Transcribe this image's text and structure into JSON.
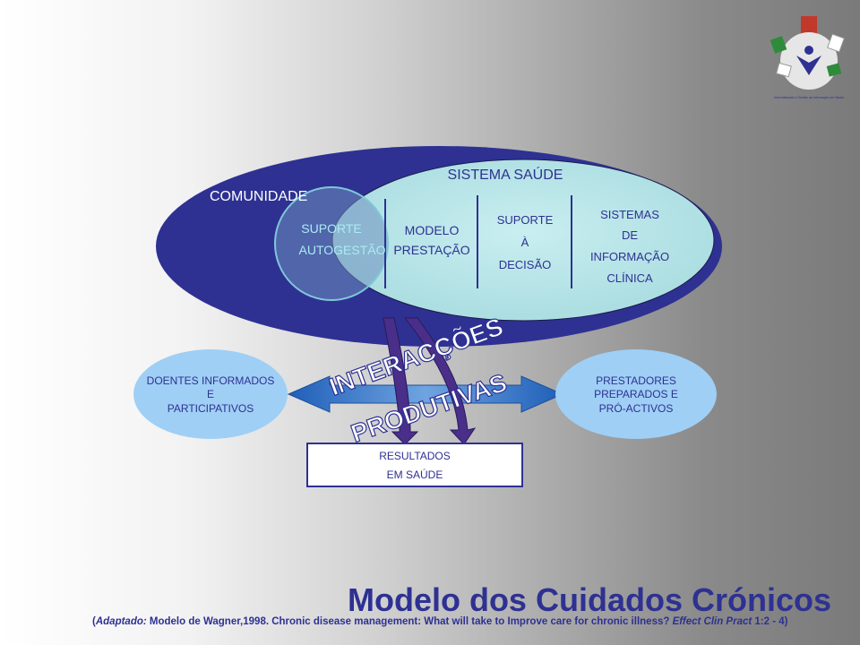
{
  "logo": {
    "caption": "Informatização e Gestão da Informação em Saúde"
  },
  "outer": {
    "community": "COMUNIDADE",
    "system_title": "SISTEMA SAÚDE"
  },
  "components": {
    "self_mgmt": [
      "SUPORTE",
      "AUTOGESTÃO"
    ],
    "delivery": [
      "MODELO",
      "PRESTAÇÃO"
    ],
    "decision": [
      "SUPORTE",
      "À",
      "DECISÃO"
    ],
    "info": [
      "SISTEMAS",
      "DE",
      "INFORMAÇÃO",
      "CLÍNICA"
    ]
  },
  "patients": [
    "DOENTES INFORMADOS",
    "E",
    "PARTICIPATIVOS"
  ],
  "providers": [
    "PRESTADORES",
    "PREPARADOS E",
    "PRÓ-ACTIVOS"
  ],
  "interactions": {
    "word1": "INTERACÇÕES",
    "word2": "PRODUTIVAS"
  },
  "outcomes": [
    "RESULTADOS",
    "EM SAÚDE"
  ],
  "title": "Modelo dos Cuidados Crónicos",
  "citation": {
    "open": "(",
    "adapted": "Adaptado:",
    "text": " Modelo de Wagner,1998. Chronic disease management: What will take to Improve care for chronic illness? ",
    "journal": "Effect Clin Pract",
    "tail": " 1:2 - 4)"
  },
  "colors": {
    "navy": "#2e3192",
    "teal_fill": "#b6e3e6",
    "light_blue": "#9fcff5",
    "arrow_blue": "#2b6fc0",
    "arrow_purple": "#4a2f8a",
    "label_blue": "#2e3192"
  }
}
